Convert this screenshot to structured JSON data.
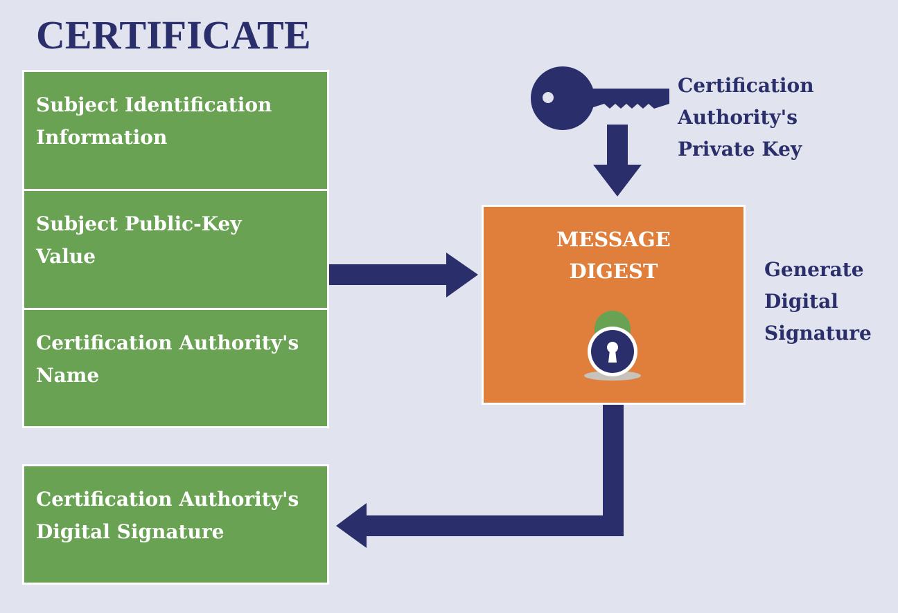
{
  "title": "CERTIFICATE",
  "boxes": {
    "subject_id": [
      "Subject Identification",
      "Information"
    ],
    "public_key": [
      "Subject Public-Key",
      "Value"
    ],
    "ca_name": [
      "Certification Authority's",
      "Name"
    ],
    "ca_signature": [
      "Certification Authority's",
      "Digital Signature"
    ]
  },
  "digest": [
    "MESSAGE",
    "DIGEST"
  ],
  "key_label": [
    "Certification",
    "Authority's",
    "Private Key"
  ],
  "generate_label": [
    "Generate",
    "Digital",
    "Signature"
  ],
  "colors": {
    "background": "#e1e3ee",
    "green": "#69a252",
    "orange": "#e07f3c",
    "navy": "#2a2f6b"
  },
  "icons": [
    "key-icon",
    "padlock-icon"
  ]
}
